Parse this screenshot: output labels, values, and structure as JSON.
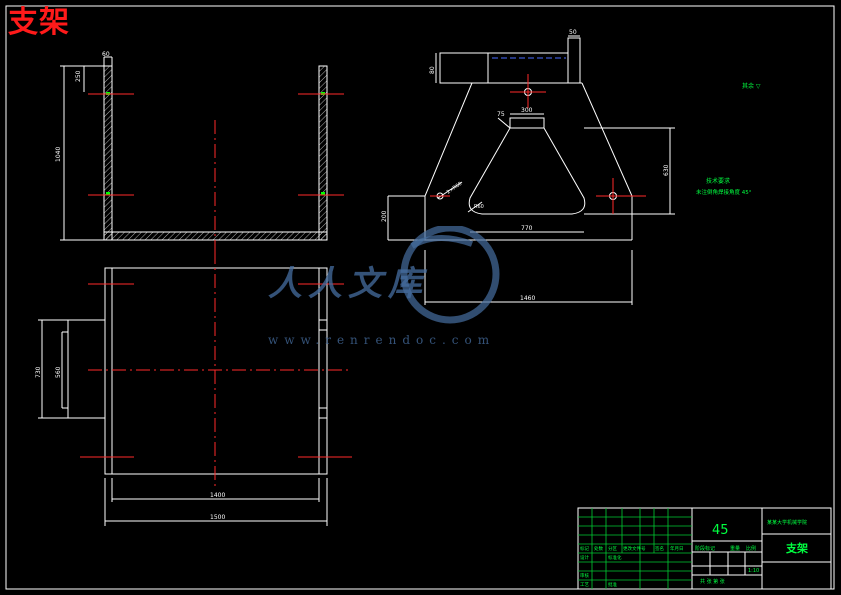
{
  "overlay_title": "支架",
  "watermark": {
    "brand": "人人文库",
    "url": "www.renrendoc.com"
  },
  "front_view": {
    "dims": {
      "top_wall_width": "60",
      "inner_top": "250",
      "overall_height": "1040"
    }
  },
  "side_view": {
    "dims": {
      "top_block": "80",
      "top_bar": "50",
      "top_plate": "300",
      "angle_label": "75",
      "fillet_a": "2×R60",
      "fillet_b": "R60",
      "right_height": "630",
      "left_height": "200",
      "base_width": "770",
      "overall_width": "1460"
    },
    "notes": {
      "surface_mark": "其余 ▽",
      "tech_title": "技术要求",
      "tech_text": "未注倒角焊接角度 45°"
    }
  },
  "top_view": {
    "dims": {
      "outer_left": "730",
      "inner_left": "560",
      "inner_width": "1400",
      "outer_width": "1500"
    }
  },
  "title_block": {
    "material": "45",
    "part_name": "支架",
    "school": "某某大学机械学院",
    "scale": "1:10",
    "headers": [
      "标记",
      "处数",
      "分区",
      "更改文件号",
      "签名",
      "年月日"
    ],
    "roles": [
      "设计",
      "标准化",
      "审核",
      "工艺",
      "批准"
    ],
    "fields": {
      "stage": "阶段标记",
      "weight": "重量",
      "ratio": "比例",
      "sheet": "共 张 第 张"
    }
  }
}
